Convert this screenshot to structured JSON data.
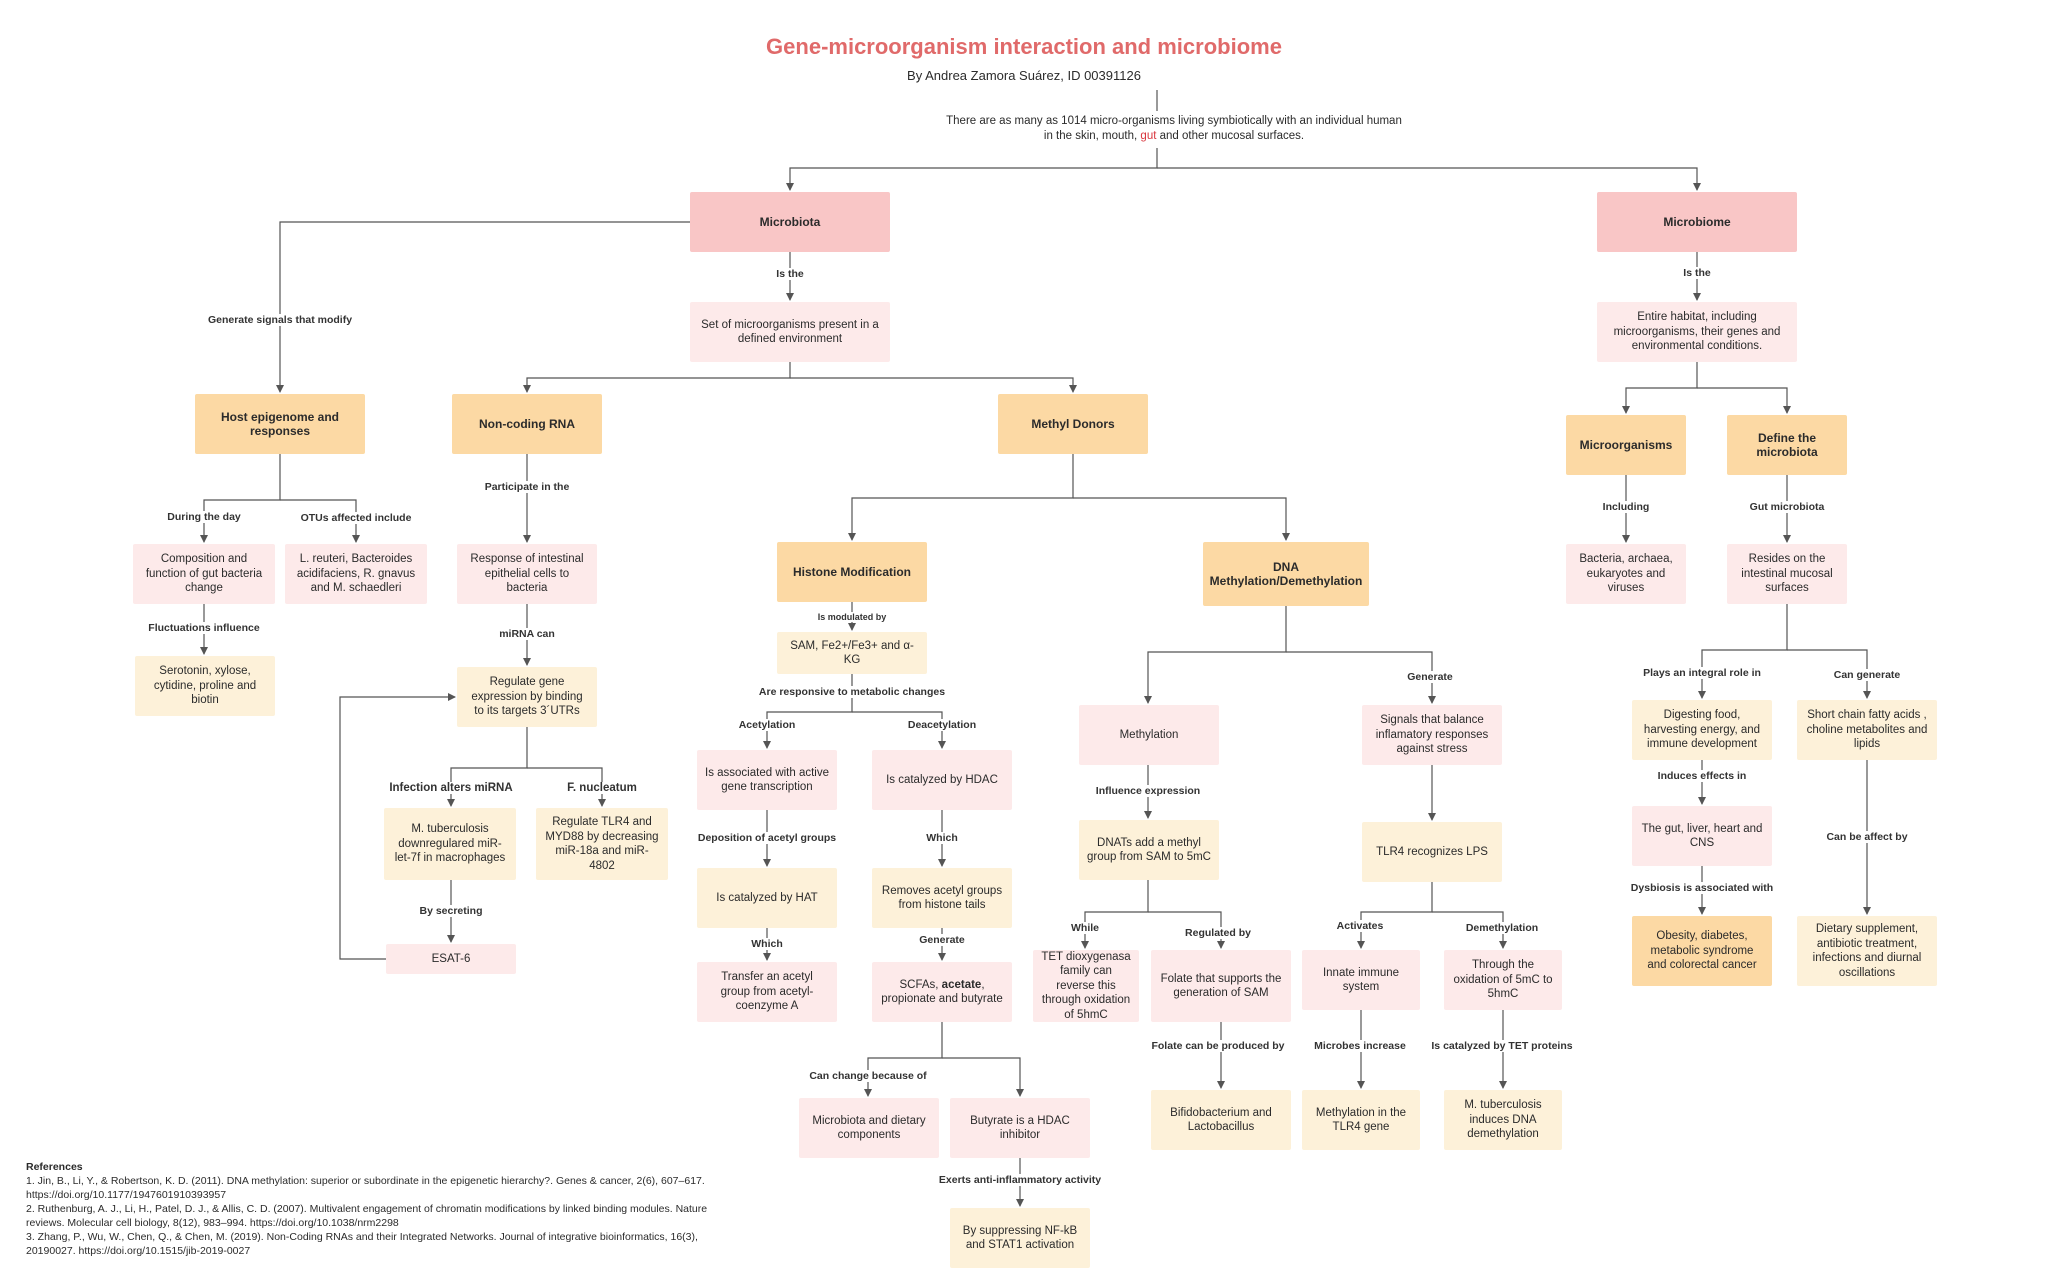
{
  "header": {
    "title": "Gene-microorganism interaction and microbiome",
    "author": "By Andrea Zamora Suárez, ID 00391126",
    "intro_line1": "There are as many as 1014 micro-organisms living symbiotically with an individual human",
    "intro_line2_a": "in the skin, mouth, ",
    "intro_line2_hl": "gut",
    "intro_line2_b": " and other mucosal surfaces."
  },
  "nodes": {
    "microbiota": "Microbiota",
    "microbiome": "Microbiome",
    "set_microorganisms": "Set of microorganisms present in a defined environment",
    "entire_habitat": "Entire habitat, including microorganisms, their genes and environmental conditions.",
    "host_epigenome": "Host epigenome and responses",
    "noncoding_rna": "Non-coding RNA",
    "methyl_donors": "Methyl Donors",
    "microorganisms": "Microorganisms",
    "define_microbiota": "Define the microbiota",
    "composition_change": "Composition and function of gut bacteria change",
    "l_reuteri": "L. reuteri, Bacteroides acidifaciens, R. gnavus and M. schaedleri",
    "serotonin": "Serotonin, xylose, cytidine, proline and biotin",
    "response_epithelial": "Response of intestinal epithelial cells to bacteria",
    "regulate_gene": "Regulate gene expression by  binding to its targets 3´UTRs",
    "m_tuberculosis_mir": "M. tuberculosis downregulared miR-let-7f in macrophages",
    "regulate_tlr4": "Regulate TLR4 and MYD88 by decreasing miR-18a and miR-4802",
    "esat6": "ESAT-6",
    "histone_mod": "Histone Modification",
    "sam_fe": "SAM, Fe2+/Fe3+ and α-KG",
    "associated_active": "Is associated with active gene transcription",
    "catalyzed_hdac": "Is catalyzed by HDAC",
    "catalyzed_hat": "Is catalyzed by HAT",
    "removes_acetyl": "Removes acetyl groups from histone tails",
    "transfer_acetyl": "Transfer an acetyl group from acetyl-coenzyme A",
    "scfas_a": "SCFAs, ",
    "scfas_b": "acetate",
    "scfas_c": ", propionate and butyrate",
    "microbiota_dietary": "Microbiota and dietary components",
    "butyrate_hdac": "Butyrate is a HDAC inhibitor",
    "suppressing_nfkb": "By suppressing NF-kB and  STAT1 activation",
    "dna_methylation": "DNA Methylation/Demethylation",
    "methylation": "Methylation",
    "dnats": "DNATs add a methyl group from SAM to 5mC",
    "tet_dioxygenasa": "TET dioxygenasa family can reverse this through oxidation of 5hmC",
    "folate": "Folate that supports the generation of SAM",
    "bifidobacterium": "Bifidobacterium and Lactobacillus",
    "signals_balance": "Signals that balance inflamatory responses against stress",
    "tlr4_lps": "TLR4 recognizes LPS",
    "innate_immune": "Innate immune system",
    "through_oxidation": "Through the oxidation of 5mC to 5hmC",
    "methylation_tlr4": "Methylation in the TLR4 gene",
    "m_tuberculosis_dna": "M. tuberculosis induces DNA demethylation",
    "bacteria_archaea": "Bacteria, archaea, eukaryotes and viruses",
    "resides_intestinal": "Resides on the intestinal mucosal surfaces",
    "digesting_food": "Digesting food, harvesting energy, and immune development",
    "short_chain": "Short chain fatty acids , choline metabolites and lipids",
    "gut_liver": "The gut, liver, heart and CNS",
    "obesity": "Obesity, diabetes, metabolic syndrome and colorectal cancer",
    "dietary_supplement": "Dietary supplement, antibiotic treatment, infections and diurnal oscillations"
  },
  "labels": {
    "is_the_1": "Is the",
    "is_the_2": "Is the",
    "generate_signals": "Generate signals that modify",
    "during_day": "During the day",
    "otus_affected": "OTUs affected include",
    "fluctuations": "Fluctuations influence",
    "participate": "Participate in the",
    "mirna_can": "miRNA can",
    "infection_alters": "Infection alters miRNA",
    "f_nucleatum": "F. nucleatum",
    "by_secreting": "By secreting",
    "is_modulated": "Is modulated by",
    "are_responsive": "Are responsive to metabolic changes",
    "acetylation": "Acetylation",
    "deacetylation": "Deacetylation",
    "deposition": "Deposition of acetyl groups",
    "which_1": "Which",
    "which_2": "Which",
    "generate_1": "Generate",
    "can_change": "Can change because of",
    "exerts": "Exerts anti-inflammatory activity",
    "generate_2": "Generate",
    "influence_expr": "Influence expression",
    "while": "While",
    "regulated_by": "Regulated by",
    "folate_produced": "Folate can be produced by",
    "activates": "Activates",
    "demethylation": "Demethylation",
    "microbes_increase": "Microbes increase",
    "catalyzed_tet": "Is catalyzed by TET proteins",
    "including": "Including",
    "gut_microbiota": "Gut microbiota",
    "plays_integral": "Plays an integral role in",
    "can_generate": "Can generate",
    "induces_effects": "Induces effects in",
    "dysbiosis": "Dysbiosis is associated with",
    "can_be_affect": "Can be affect by"
  },
  "references": {
    "heading": "References",
    "items": [
      "1. Jin, B., Li, Y., & Robertson, K. D. (2011). DNA methylation: superior or subordinate in the epigenetic hierarchy?. Genes & cancer, 2(6), 607–617. https://doi.org/10.1177/1947601910393957",
      "2. Ruthenburg, A. J., Li, H., Patel, D. J., & Allis, C. D. (2007). Multivalent engagement of chromatin modifications by linked binding modules. Nature reviews. Molecular cell biology, 8(12), 983–994. https://doi.org/10.1038/nrm2298",
      "3.  Zhang, P., Wu, W., Chen, Q., & Chen, M. (2019). Non-Coding RNAs and their Integrated Networks. Journal of integrative bioinformatics, 16(3), 20190027. https://doi.org/10.1515/jib-2019-0027"
    ]
  }
}
